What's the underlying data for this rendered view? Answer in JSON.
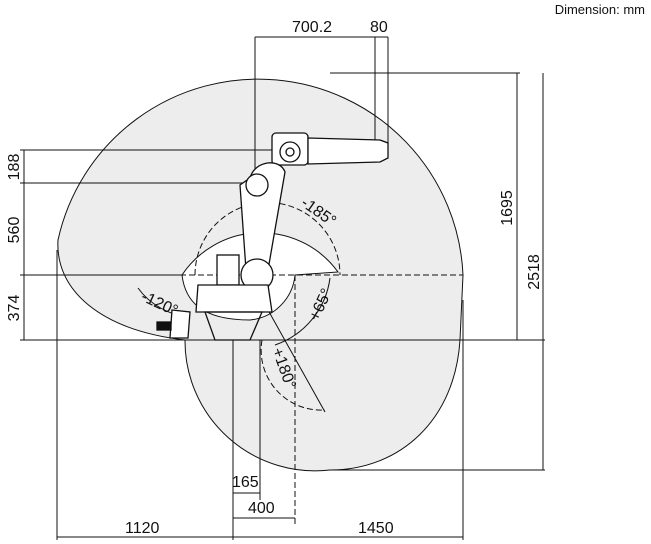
{
  "unit_label": "Dimension: mm",
  "dimensions": {
    "top_reach": "700.2",
    "flange": "80",
    "left_188": "188",
    "left_560": "560",
    "left_374": "374",
    "right_1695": "1695",
    "right_2518": "2518",
    "bottom_165": "165",
    "bottom_400": "400",
    "bottom_1120": "1120",
    "bottom_1450": "1450"
  },
  "angles": {
    "j3_upper": "-185°",
    "j1_left": "-120°",
    "j3_lower": "+65°",
    "j1_lower": "+180°"
  },
  "colors": {
    "workspace": "#ededed",
    "line": "#111111"
  }
}
